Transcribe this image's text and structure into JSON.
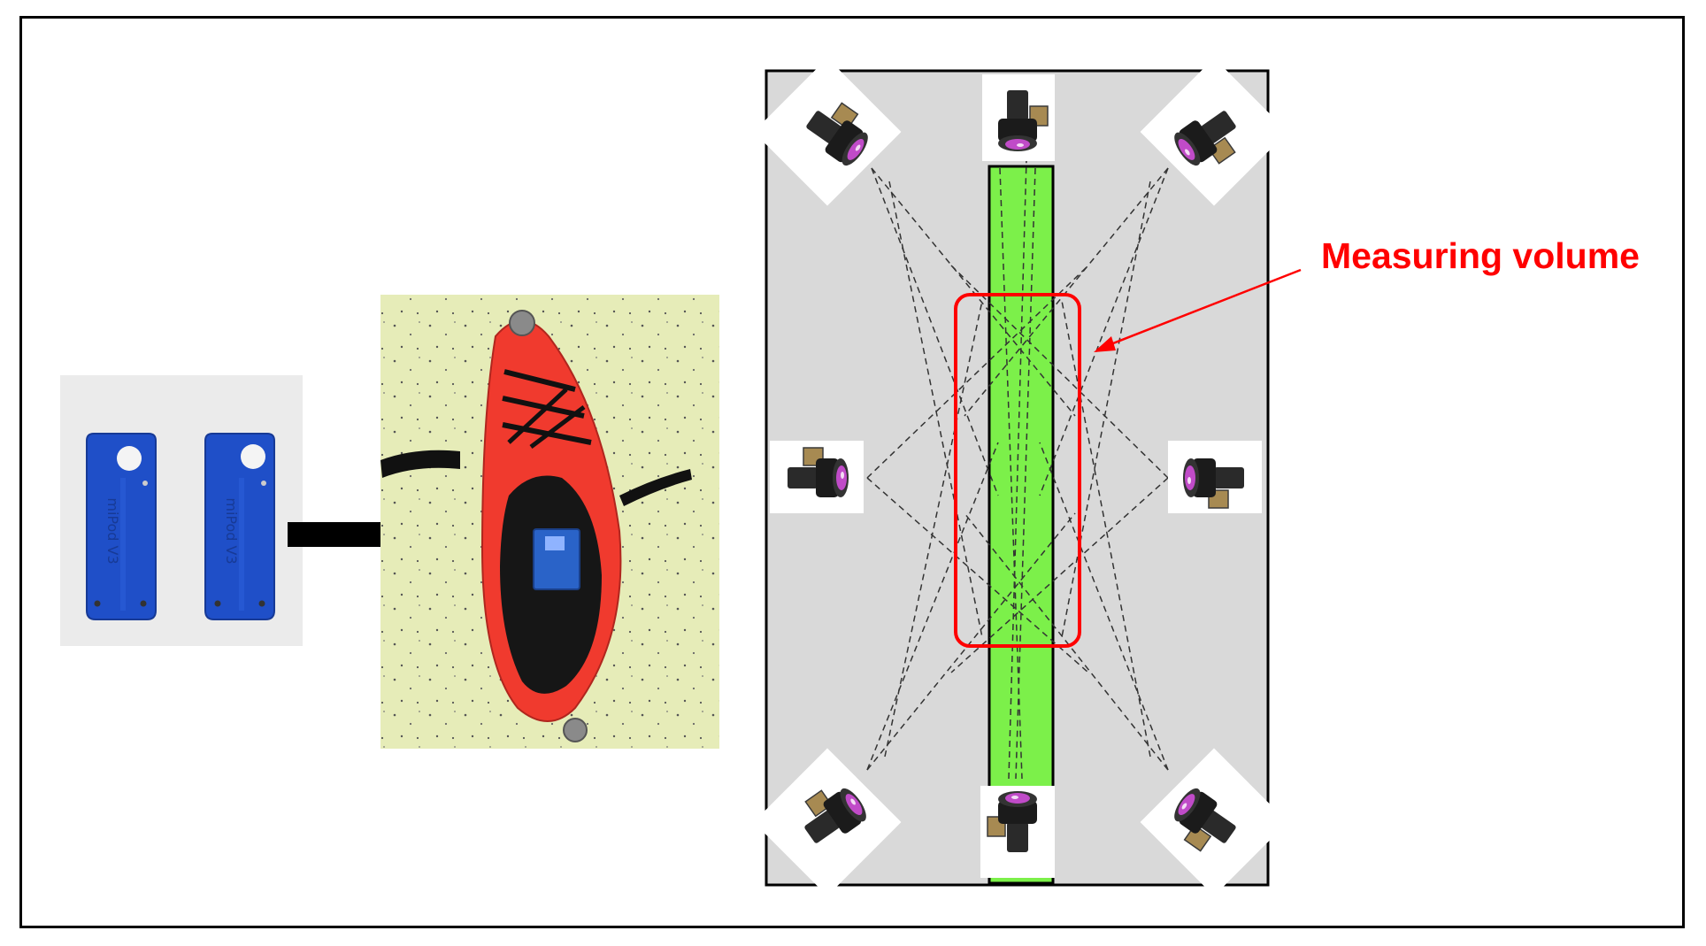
{
  "figure": {
    "label": "Measuring volume",
    "pod_texts": [
      "miPod V3",
      "miPod V3"
    ],
    "colors": {
      "frame": "#000000",
      "annotation": "#ff0000",
      "walkway": "#7cf04a",
      "floor": "#d9d9d9",
      "pod": "#1f4fc8",
      "shoe": "#f03a2e",
      "board": "#e6ecb8"
    },
    "icons": [
      "miPod-sensor-icon",
      "arrow-right-icon",
      "shoe-icon",
      "camera-icon"
    ]
  }
}
